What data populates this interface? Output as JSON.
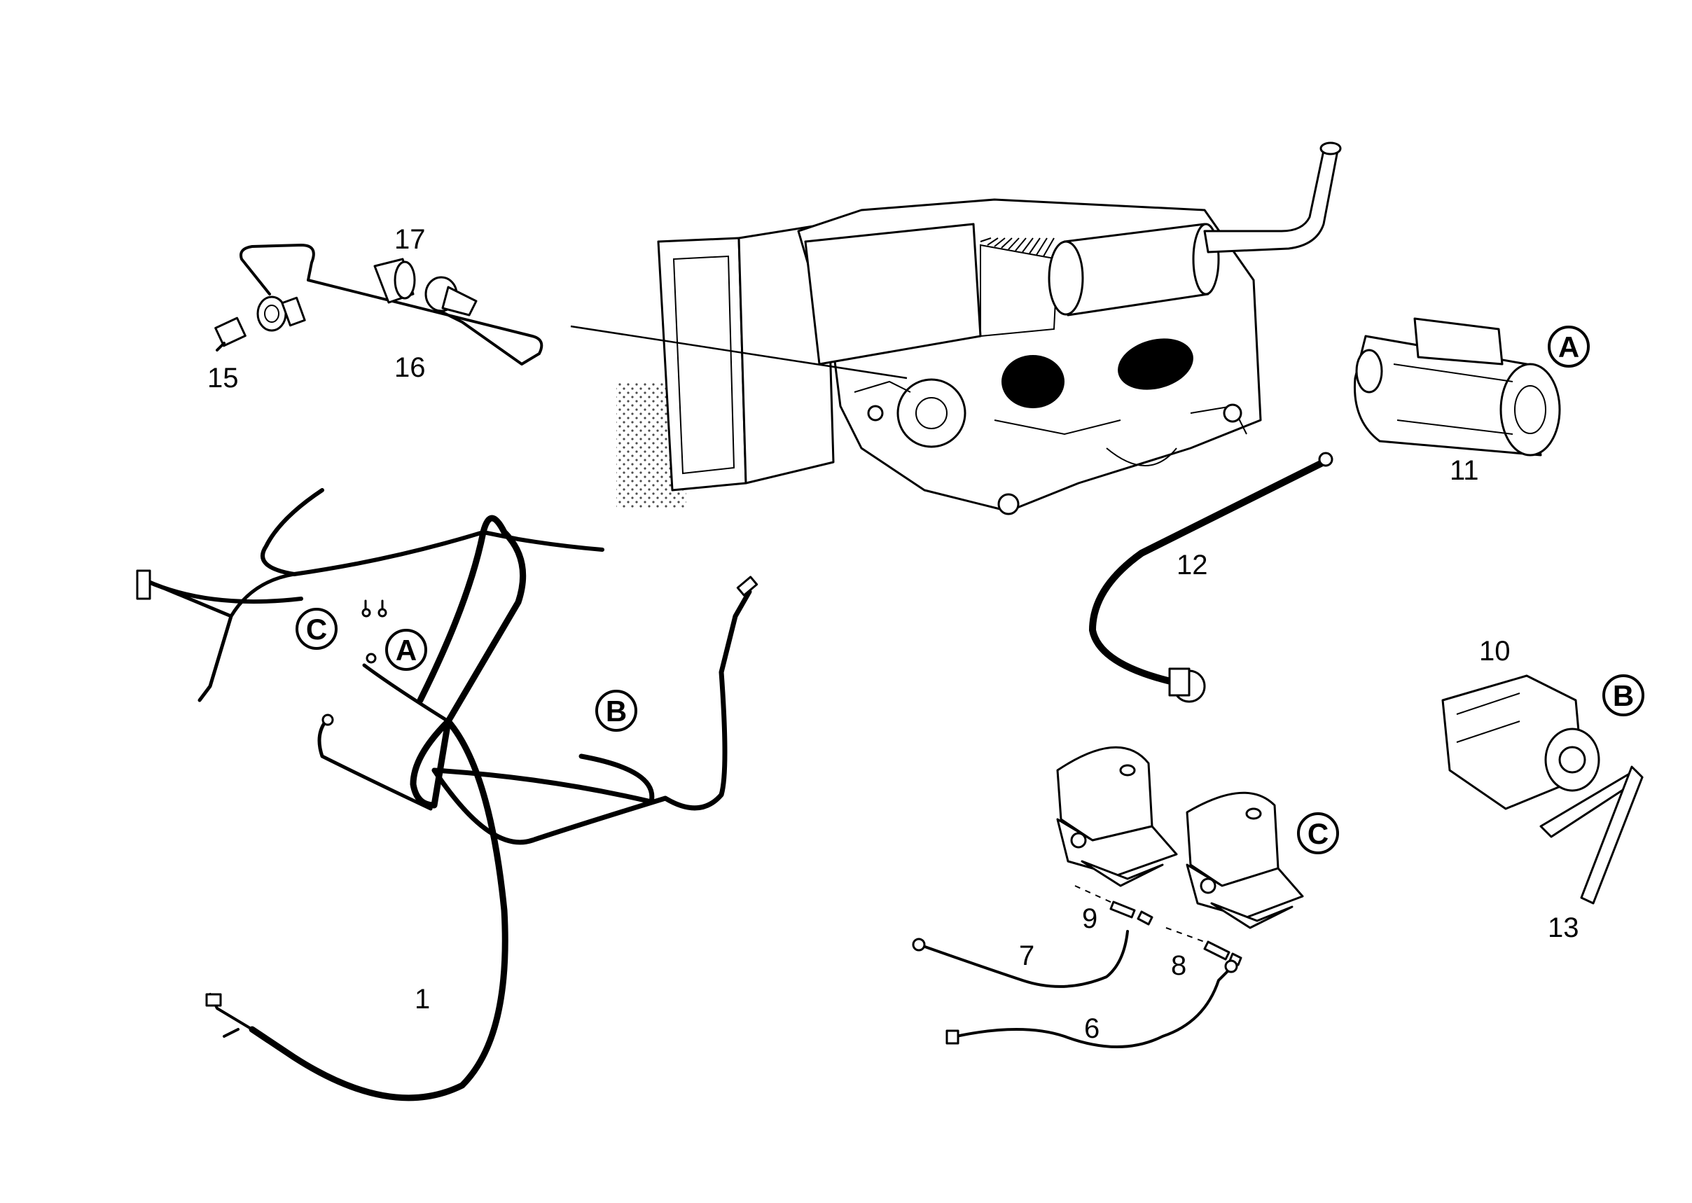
{
  "part_numbers": {
    "p1": "1",
    "p6": "6",
    "p7": "7",
    "p8": "8",
    "p9": "9",
    "p10": "10",
    "p11": "11",
    "p12": "12",
    "p13": "13",
    "p15": "15",
    "p16": "16",
    "p17": "17"
  },
  "connection_letters": {
    "a": "A",
    "b": "B",
    "c": "C"
  },
  "colors": {
    "ink": "#000000",
    "paper": "#ffffff"
  }
}
